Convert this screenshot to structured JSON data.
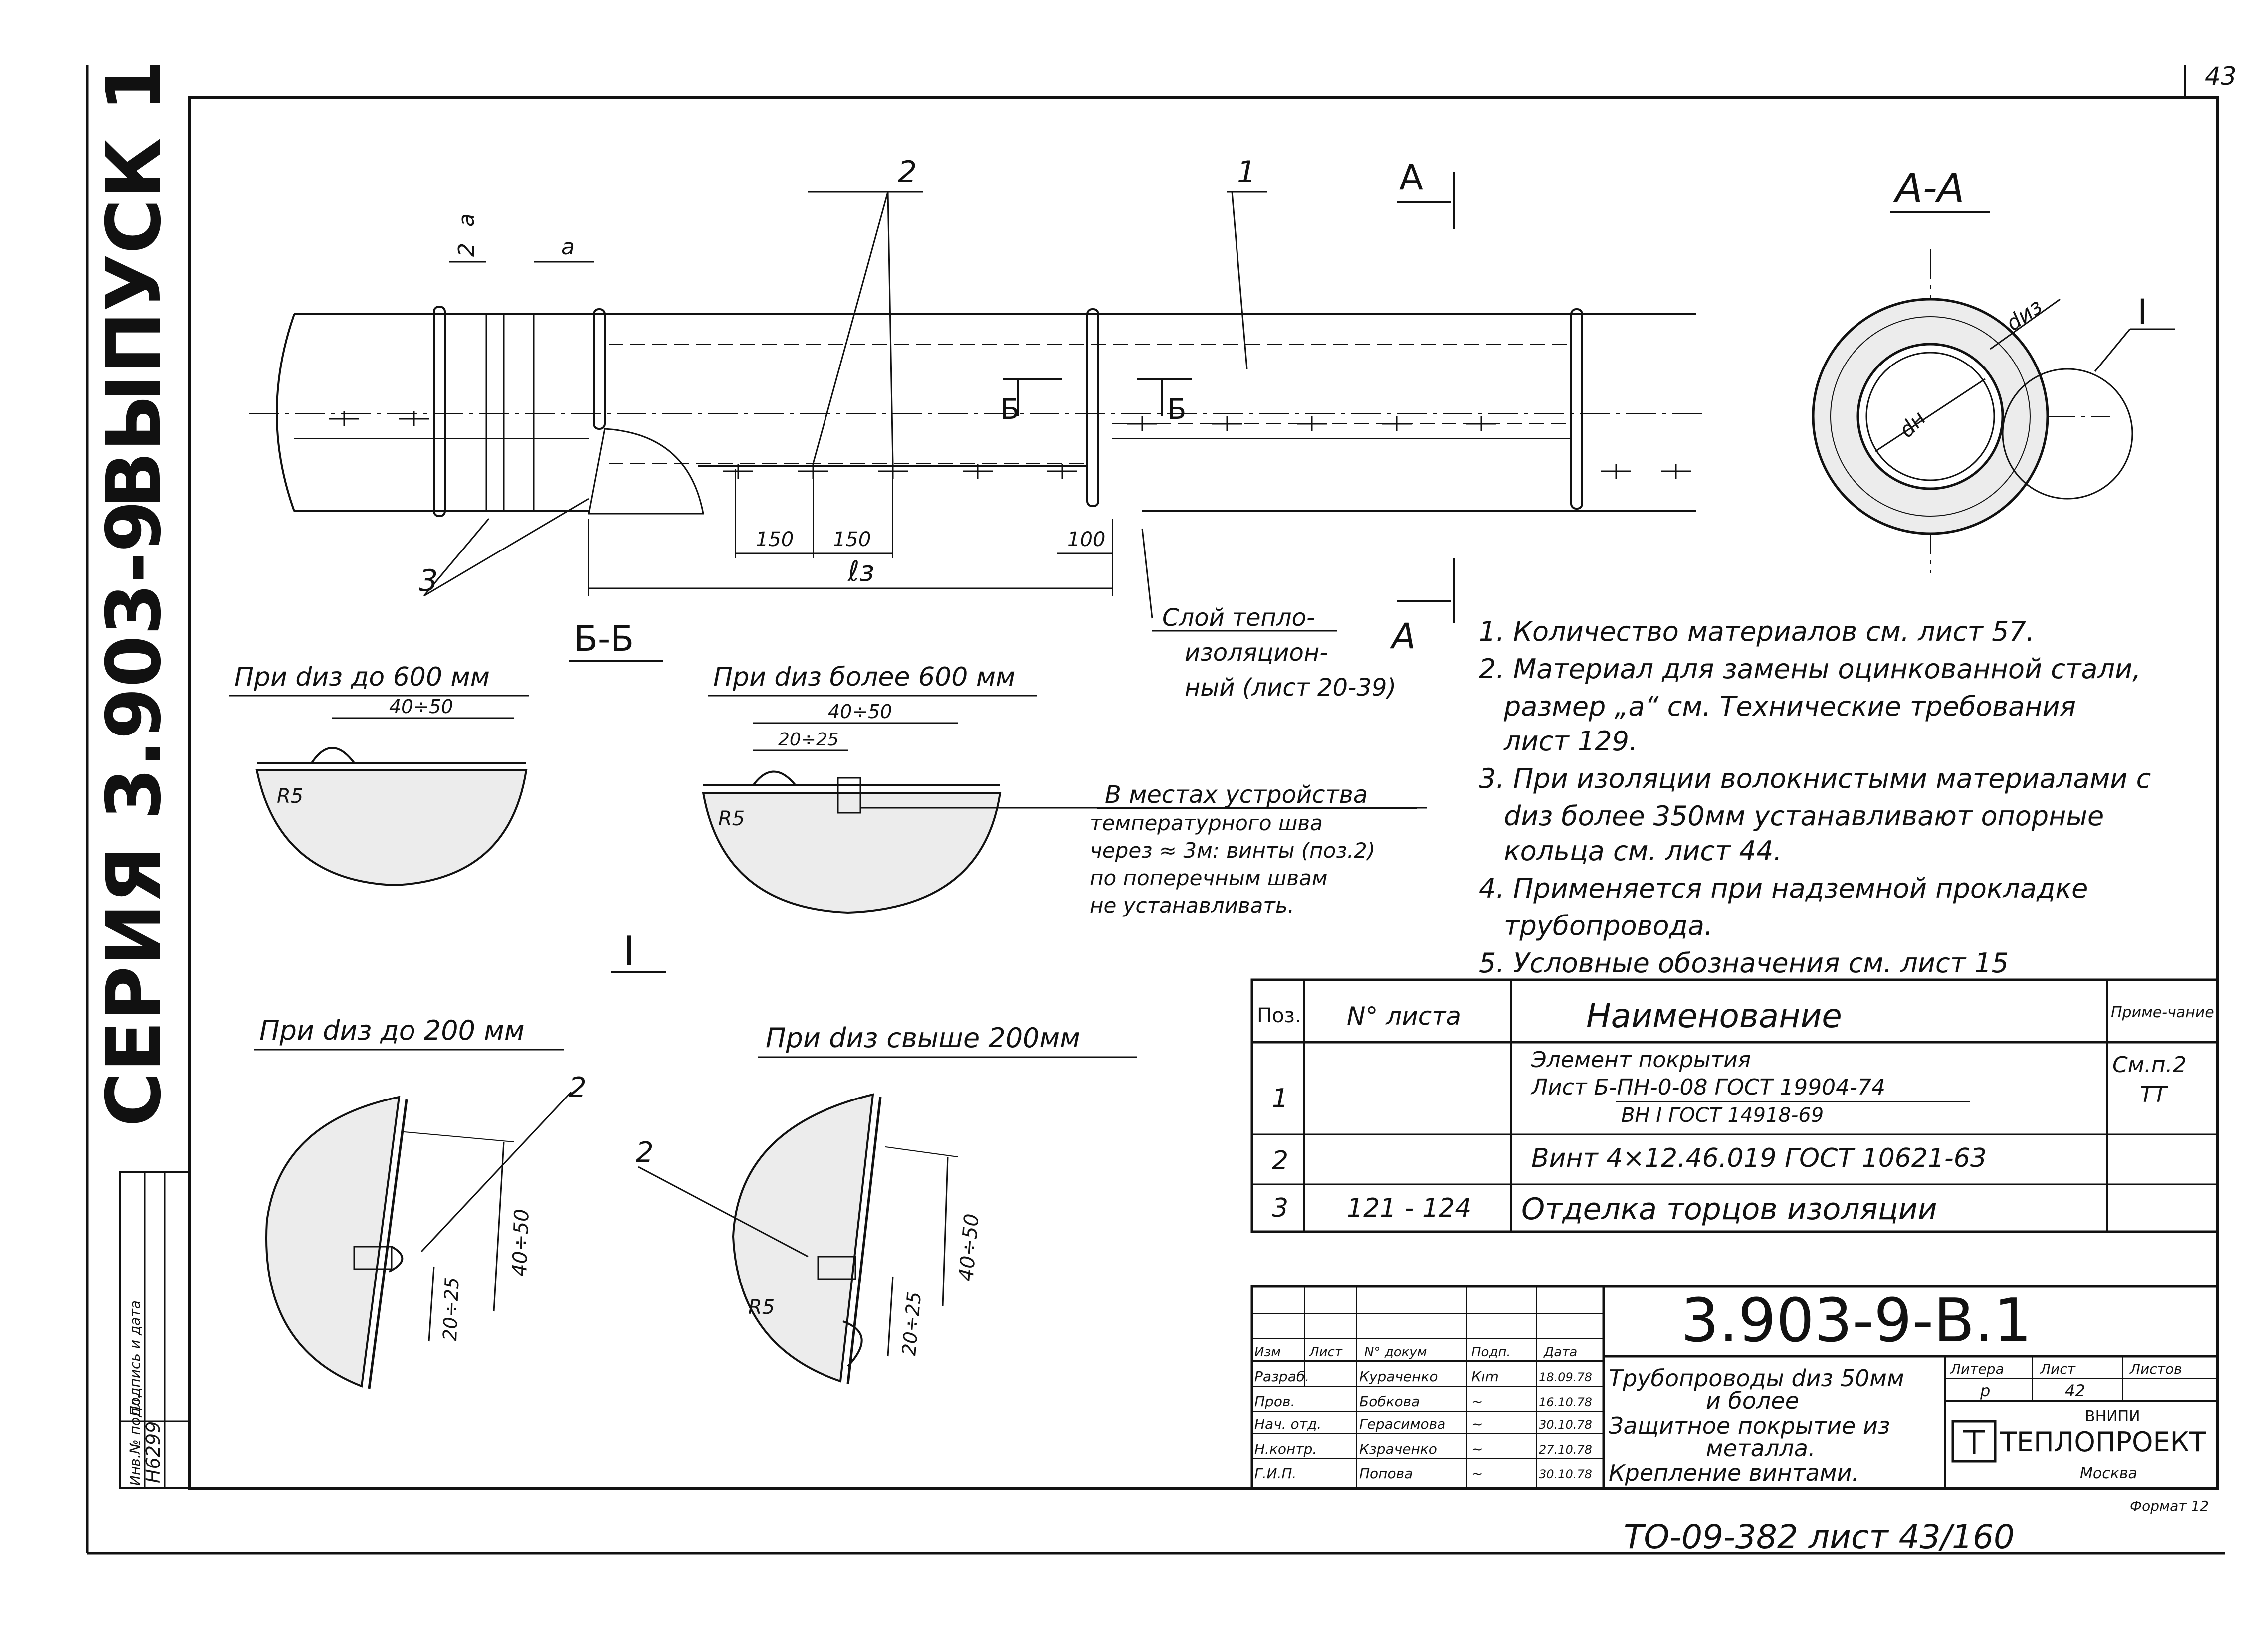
{
  "series_block": {
    "issue": "ВЫПУСК 1",
    "series": "СЕРИЯ  3.903-9"
  },
  "stamp_left": {
    "labels": [
      "Инв.№ подл.",
      "Подпись и дата"
    ],
    "inv_number": "Н6299"
  },
  "sheet_corner": "43",
  "main_view": {
    "pos_1": "1",
    "pos_2": "2",
    "pos_3": "3",
    "dim_a1": "а",
    "dim_a2": "а",
    "dim_a3": "2",
    "dim_150a": "150",
    "dim_150b": "150",
    "dim_100": "100",
    "dim_l3": "ℓз",
    "section_b_left": "Б",
    "section_b_right": "Б",
    "section_a_top": "А",
    "section_a_bottom": "А",
    "insulation_note": [
      "Слой тепло-",
      "изоляцион-",
      "ный (лист 20-39)"
    ]
  },
  "view_aa": {
    "title": "А-А",
    "d_iz": "dиз",
    "d_n": "dн",
    "callout": "I"
  },
  "section_bb": {
    "title": "Б-Б",
    "left_title": "При dиз до 600 мм",
    "left_dim": "40÷50",
    "left_r": "R5",
    "right_title": "При dиз более 600 мм",
    "right_dim1": "40÷50",
    "right_dim2": "20÷25",
    "right_r": "R5",
    "note": [
      "В местах устройства",
      "температурного шва",
      "через ≈ 3м: винты (поз.2)",
      "по поперечным швам",
      "не устанавливать."
    ]
  },
  "detail_i": {
    "title": "I",
    "left_title": "При dиз до 200 мм",
    "left_pos": "2",
    "left_dim1": "40÷50",
    "left_dim2": "20÷25",
    "right_title": "При dиз свыше 200мм",
    "right_pos": "2",
    "right_dim1": "40÷50",
    "right_dim2": "20÷25",
    "right_r": "R5"
  },
  "notes": [
    "1. Количество материалов см. лист 57.",
    "2. Материал для замены оцинкованной стали,",
    "размер „а“ см. Технические требования",
    "лист 129.",
    "3. При изоляции волокнистыми материалами с",
    "dиз более 350мм устанавливают опорные",
    "кольца см. лист 44.",
    "4. Применяется при надземной прокладке",
    "трубопровода.",
    "5. Условные обозначения см. лист 15"
  ],
  "spec_table": {
    "headers": [
      "Поз.",
      "N° листа",
      "Наименование",
      "Приме-чание"
    ],
    "rows": [
      {
        "pos": "1",
        "sheet": "",
        "name_lines": [
          "Элемент покрытия",
          "Лист  Б-ПН-0-08 ГОСТ 19904-74",
          "ВН I ГОСТ 14918-69"
        ],
        "note_lines": [
          "См.п.2",
          "ТТ"
        ]
      },
      {
        "pos": "2",
        "sheet": "",
        "name_lines": [
          "Винт 4×12.46.019 ГОСТ 10621-63"
        ],
        "note_lines": []
      },
      {
        "pos": "3",
        "sheet": "121 - 124",
        "name_lines": [
          "Отделка торцов изоляции"
        ],
        "note_lines": []
      }
    ]
  },
  "title_block": {
    "code": "3.903-9-В.1",
    "header_cols": [
      "Изм",
      "Лист",
      "N° докум",
      "Подп.",
      "Дата"
    ],
    "rows": [
      {
        "role": "Разраб.",
        "name": "Кураченко",
        "sign": "Кım",
        "date": "18.09.78"
      },
      {
        "role": "Пров.",
        "name": "Бобкова",
        "sign": "~",
        "date": "16.10.78"
      },
      {
        "role": "Нач. отд.",
        "name": "Герасимова",
        "sign": "~",
        "date": "30.10.78"
      },
      {
        "role": "Н.контр.",
        "name": "Кзраченко",
        "sign": "~",
        "date": "27.10.78"
      },
      {
        "role": "Г.И.П.",
        "name": "Попова",
        "sign": "~",
        "date": "30.10.78"
      }
    ],
    "description": [
      "Трубопроводы dиз 50мм",
      "и более",
      "Защитное покрытие из",
      "металла.",
      "Крепление винтами."
    ],
    "stage_label": "Литера",
    "sheet_label": "Лист",
    "sheets_label": "Листов",
    "stage": "р",
    "sheet": "42",
    "org_small": "ВНИПИ",
    "org": "ТЕПЛОПРОЕКТ",
    "city": "Москва",
    "format": "Формат 12"
  },
  "bottom_ref": "ТО-09-382 лист 43/160"
}
